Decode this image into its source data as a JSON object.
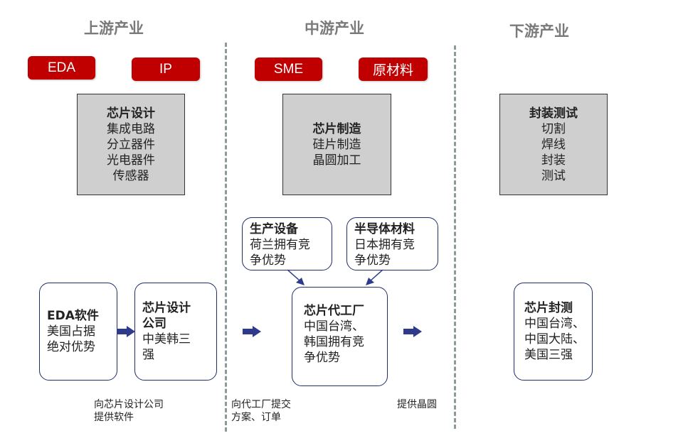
{
  "stages": {
    "upstream": "上游产业",
    "midstream": "中游产业",
    "downstream": "下游产业"
  },
  "tags": {
    "eda": "EDA",
    "ip": "IP",
    "sme": "SME",
    "materials": "原材料"
  },
  "design": {
    "title": "芯片设计",
    "items": [
      "集成电路",
      "分立器件",
      "光电器件",
      "传感器"
    ]
  },
  "manufacturing": {
    "title": "芯片制造",
    "items": [
      "硅片制造",
      "晶圆加工"
    ]
  },
  "packaging": {
    "title": "封装测试",
    "items": [
      "切割",
      "焊线",
      "封装",
      "测试"
    ]
  },
  "equipment": {
    "title": "生产设备",
    "lines": [
      "荷兰拥有竞",
      "争优势"
    ]
  },
  "semi_materials": {
    "title": "半导体材料",
    "lines": [
      "日本拥有竞",
      "争优势"
    ]
  },
  "eda_software": {
    "title": "EDA软件",
    "lines": [
      "美国占据",
      "绝对优势"
    ]
  },
  "design_company": {
    "title_lines": [
      "芯片设计",
      "公司"
    ],
    "lines": [
      "中美韩三",
      "强"
    ]
  },
  "foundry": {
    "title": "芯片代工厂",
    "lines": [
      "中国台湾、",
      "韩国拥有竞",
      "争优势"
    ]
  },
  "packaging_test": {
    "title": "芯片封测",
    "lines": [
      "中国台湾、",
      "中国大陆、",
      "美国三强"
    ]
  },
  "notes": {
    "provide_software": [
      "向芯片设计公司",
      "提供软件"
    ],
    "submit_orders": [
      "向代工厂提交",
      "方案、订单"
    ],
    "provide_wafers": [
      "提供晶圆"
    ]
  },
  "colors": {
    "tag_red": "#c00000",
    "gray_box": "#cfcfcf",
    "arrow_navy": "#2e3a8c",
    "divider": "#8c9a9a"
  }
}
